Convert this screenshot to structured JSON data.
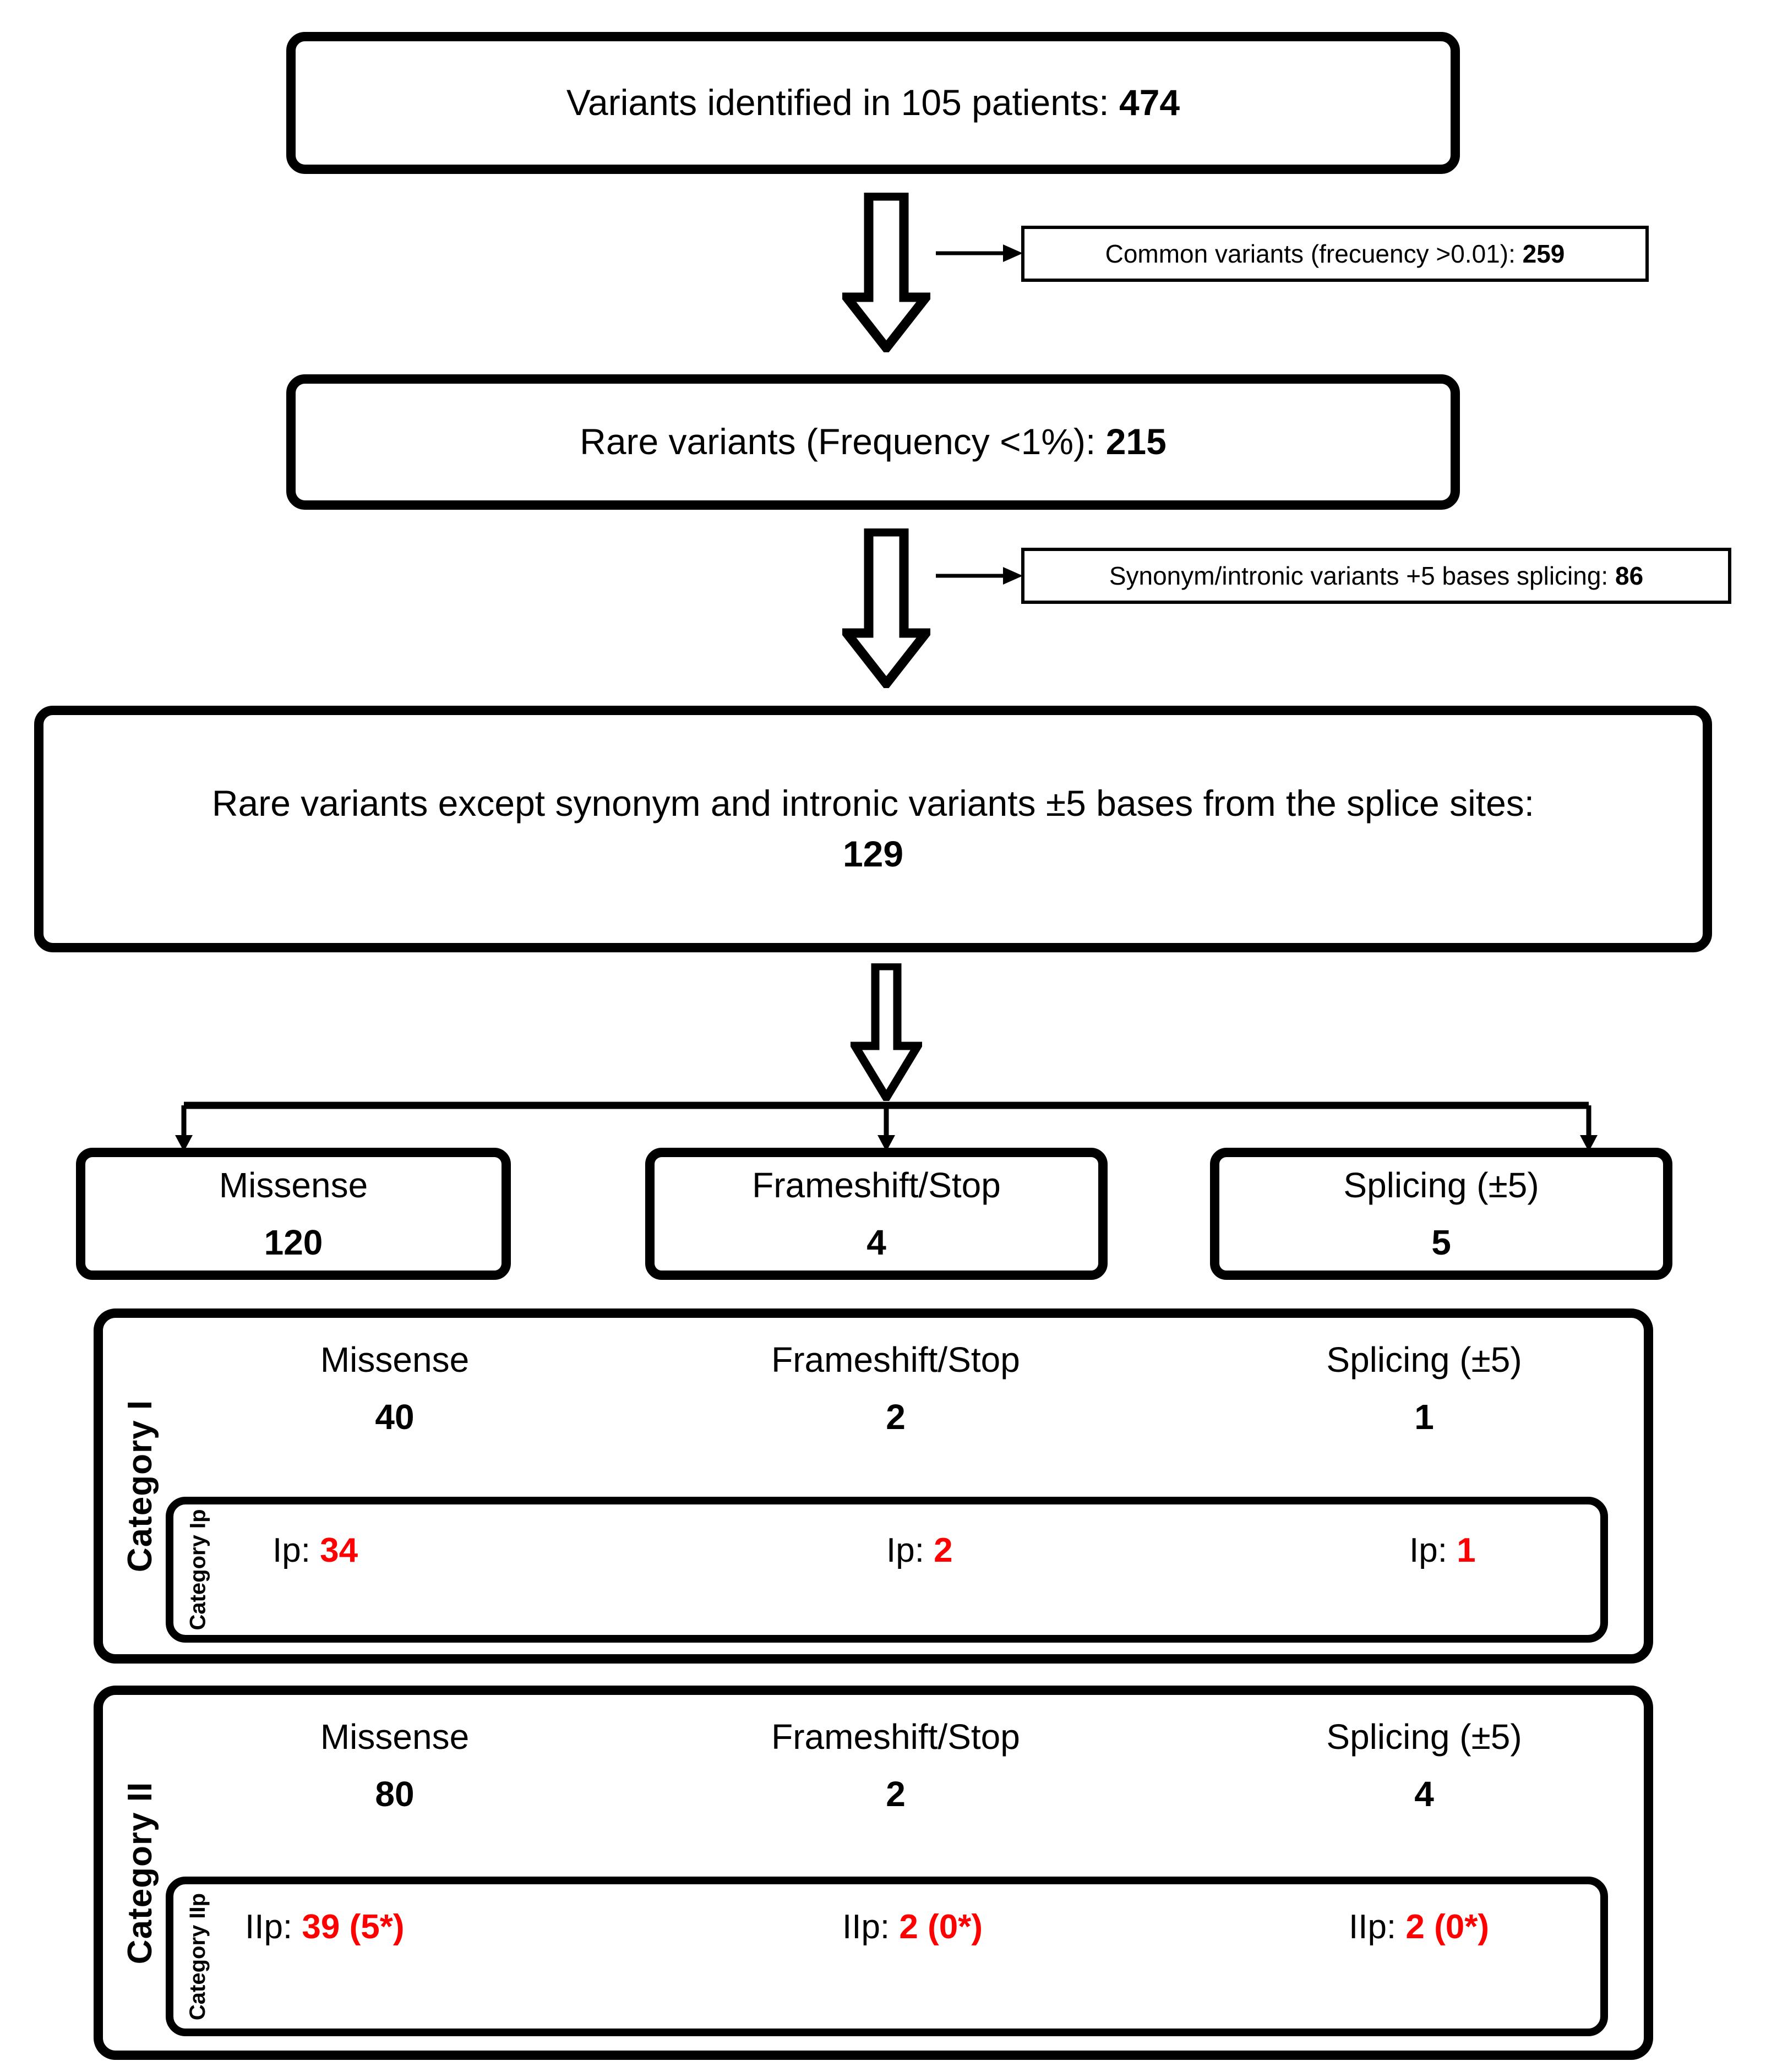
{
  "diagram": {
    "title": "Variant filtering and classification flowchart",
    "accent_red": "#FF0000",
    "line_color": "#000000"
  },
  "nodes": {
    "top": {
      "text_prefix": "Variants identified in 105 patients: ",
      "value": "474",
      "full": "Variants identified in 105 patients: 474"
    },
    "excluded_common": {
      "text_prefix": "Common variants (frecuency >0.01): ",
      "value": "259",
      "full": "Common variants (frecuency >0.01): 259"
    },
    "rare": {
      "text_prefix": "Rare variants (Frequency <1%): ",
      "value": "215",
      "full": "Rare variants (Frequency <1%): 215"
    },
    "excluded_synonym": {
      "text_prefix": "Synonym/intronic variants +5 bases splicing: ",
      "value": "86",
      "full": "Synonym/intronic variants +5 bases splicing: 86"
    },
    "rare_filtered": {
      "line1": "Rare variants except synonym and intronic variants ±5 bases from the splice sites:",
      "value": "129"
    }
  },
  "branches": [
    {
      "label": "Missense",
      "count": "120"
    },
    {
      "label": "Frameshift/Stop",
      "count": "4"
    },
    {
      "label": "Splicing (±5)",
      "count": "5"
    }
  ],
  "categories": [
    {
      "vlabel": "Category I",
      "inner_vlabel": "Category Ip",
      "columns": [
        {
          "label": "Missense",
          "count": "40",
          "p_label": "Ip: ",
          "p_value": "34"
        },
        {
          "label": "Frameshift/Stop",
          "count": "2",
          "p_label": "Ip: ",
          "p_value": "2"
        },
        {
          "label": "Splicing (±5)",
          "count": "1",
          "p_label": "Ip: ",
          "p_value": "1"
        }
      ]
    },
    {
      "vlabel": "Category II",
      "inner_vlabel": "Category IIp",
      "columns": [
        {
          "label": "Missense",
          "count": "80",
          "p_label": "IIp: ",
          "p_value": "39 (5*)"
        },
        {
          "label": "Frameshift/Stop",
          "count": "2",
          "p_label": "IIp: ",
          "p_value": "2 (0*)"
        },
        {
          "label": "Splicing (±5)",
          "count": "4",
          "p_label": "IIp: ",
          "p_value": "2 (0*)"
        }
      ]
    }
  ]
}
